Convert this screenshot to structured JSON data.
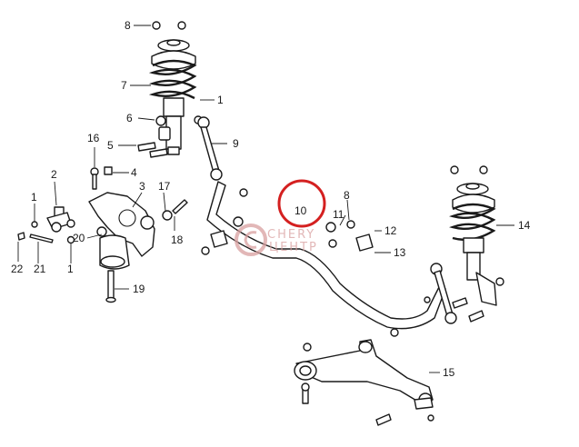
{
  "callouts": {
    "c1_top": "1",
    "c1_left": "1",
    "c1_bottom": "1",
    "c2": "2",
    "c3": "3",
    "c4": "4",
    "c5": "5",
    "c6": "6",
    "c7": "7",
    "c8_top": "8",
    "c8_right": "8",
    "c9": "9",
    "c10": "10",
    "c11": "11",
    "c12": "12",
    "c13": "13",
    "c14": "14",
    "c15": "15",
    "c16": "16",
    "c17": "17",
    "c18": "18",
    "c19": "19",
    "c20": "20",
    "c21": "21",
    "c22": "22"
  },
  "highlight": {
    "part": "10",
    "color": "#d42020"
  },
  "watermark": {
    "line1": "CHERY",
    "line2": "ЦЕНТР",
    "color": "#d9a0a0"
  }
}
